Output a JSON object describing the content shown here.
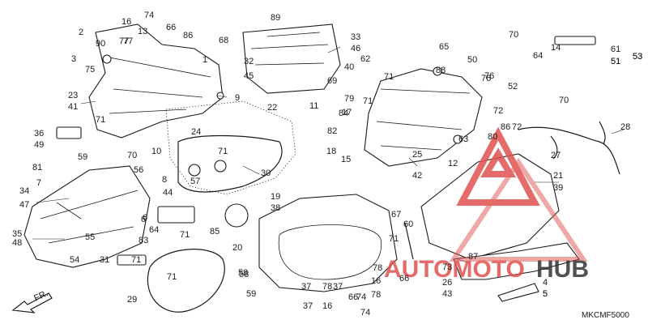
{
  "diagram_code": "MKCMF5000",
  "front_marker": "FR.",
  "watermark": {
    "word_a": "AUTOMOTO",
    "word_b": "HUB",
    "color_a": "#e0524f",
    "color_b": "#333333"
  },
  "callouts": [
    "16",
    "74",
    "66",
    "13",
    "2",
    "90",
    "77",
    "86",
    "3",
    "75",
    "68",
    "89",
    "33",
    "46",
    "32",
    "45",
    "62",
    "40",
    "65",
    "70",
    "1",
    "9",
    "24",
    "23",
    "41",
    "22",
    "11",
    "69",
    "79",
    "84",
    "71",
    "50",
    "61",
    "64",
    "14",
    "51",
    "53",
    "76",
    "52",
    "73",
    "36",
    "49",
    "10",
    "59",
    "70",
    "81",
    "7",
    "56",
    "8",
    "34",
    "47",
    "35",
    "48",
    "55",
    "31",
    "54",
    "44",
    "6",
    "64",
    "83",
    "19",
    "38",
    "85",
    "20",
    "29",
    "58",
    "37",
    "30",
    "57",
    "17",
    "82",
    "18",
    "15",
    "25",
    "42",
    "88",
    "63",
    "12",
    "72",
    "86",
    "28",
    "27",
    "21",
    "39",
    "60",
    "26",
    "43",
    "87",
    "4",
    "5",
    "67",
    "78",
    "78",
    "78",
    "66",
    "74",
    "16",
    "6",
    "77",
    "37",
    "66",
    "74",
    "16",
    "37",
    "58",
    "59",
    "71",
    "71",
    "71",
    "71",
    "71",
    "71",
    "71",
    "76",
    "70",
    "72",
    "80",
    "5",
    "51",
    "53"
  ]
}
